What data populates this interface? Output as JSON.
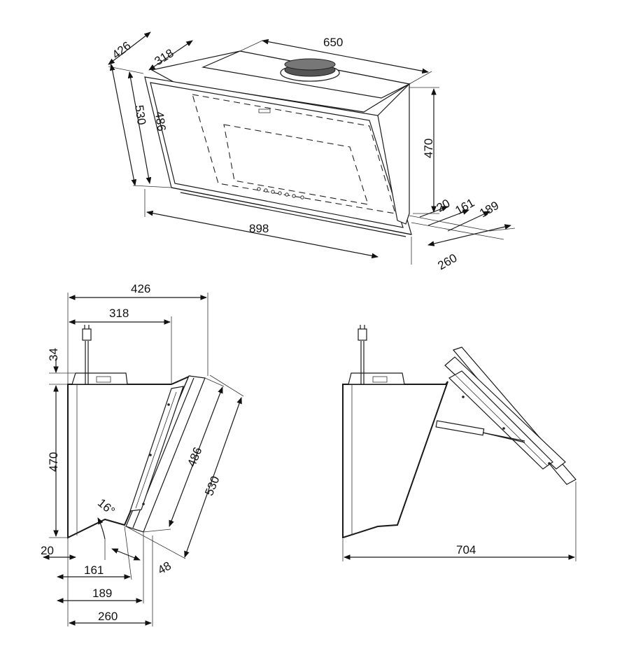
{
  "drawing": {
    "iso_dims": {
      "width": "650",
      "depth_top": "426",
      "depth_inner": "318",
      "height_outer": "530",
      "height_inner": "486",
      "height_body": "470",
      "width_front": "898",
      "d20": "20",
      "d161": "161",
      "d189": "189",
      "d260": "260"
    },
    "side_dims": {
      "d426": "426",
      "d318": "318",
      "d34": "34",
      "d470": "470",
      "d486": "486",
      "d530": "530",
      "angle": "16°",
      "d20": "20",
      "d161": "161",
      "d189": "189",
      "d260": "260",
      "d48": "48"
    },
    "open_dims": {
      "d704": "704"
    }
  }
}
